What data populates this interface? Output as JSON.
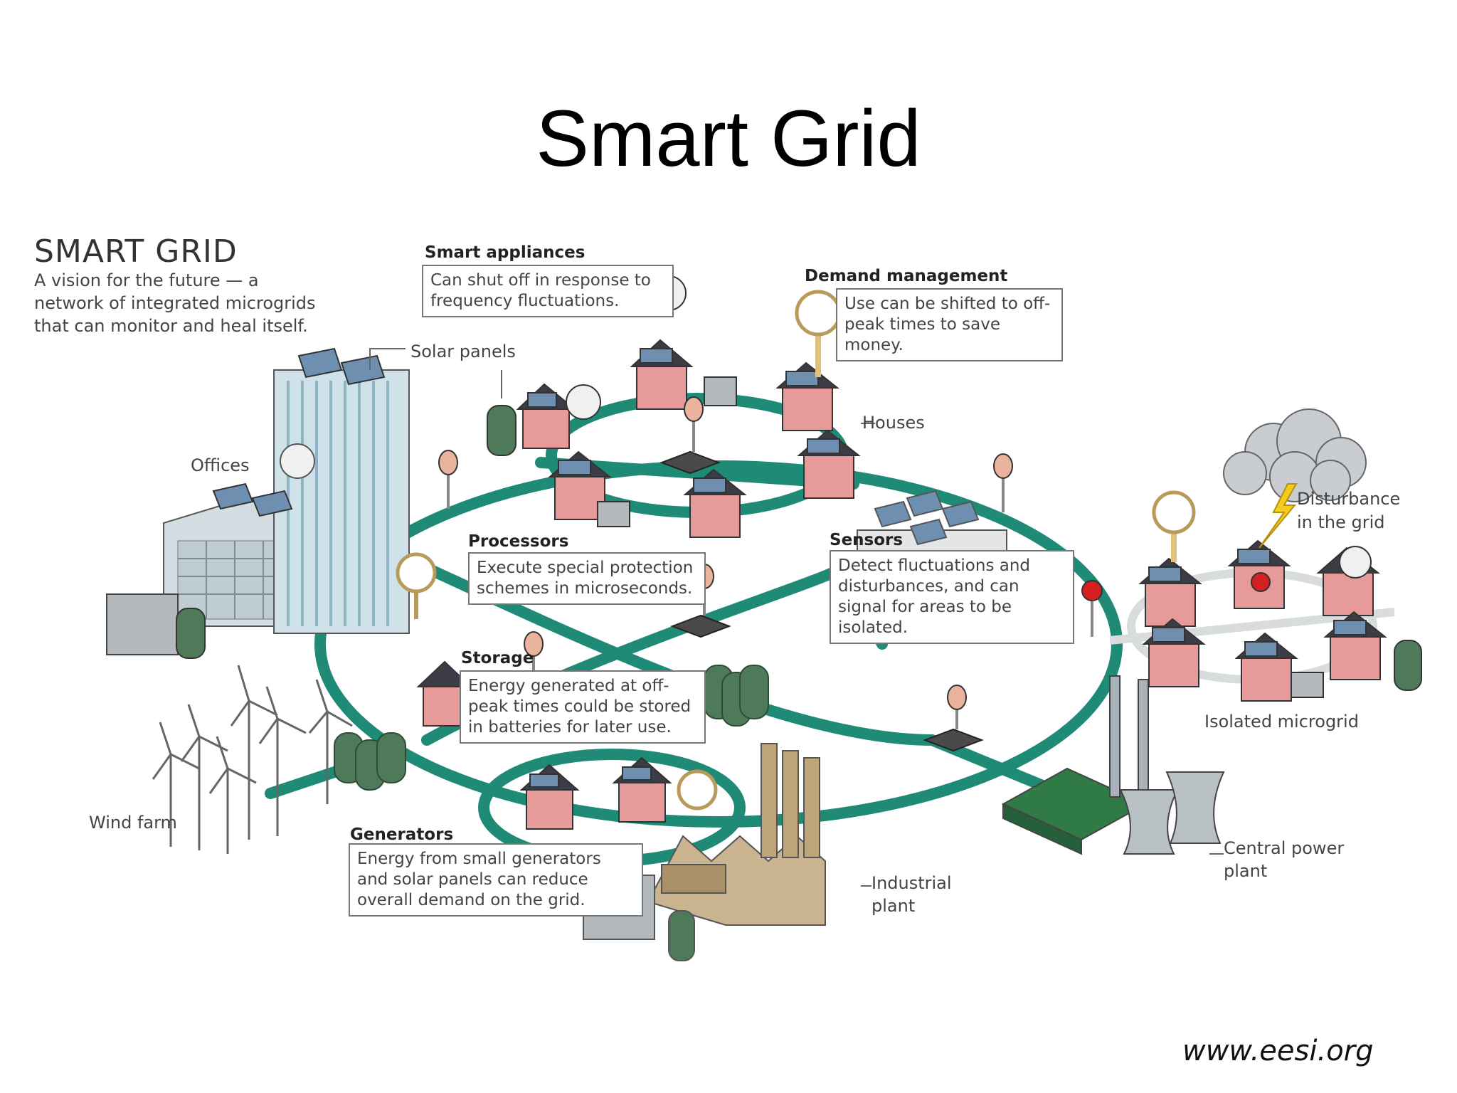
{
  "slide": {
    "title": "Smart Grid",
    "footer_url": "www.eesi.org"
  },
  "diagram": {
    "title": "SMART GRID",
    "subtitle": "A vision for the future — a network of integrated microgrids that can monitor and heal itself.",
    "callouts": {
      "smart_appliances": {
        "heading": "Smart appliances",
        "text": "Can shut off in response to frequency fluctuations."
      },
      "demand_management": {
        "heading": "Demand management",
        "text": "Use can be shifted to off-peak times to save money."
      },
      "processors": {
        "heading": "Processors",
        "text": "Execute special protection schemes in microseconds."
      },
      "sensors": {
        "heading": "Sensors",
        "text": "Detect fluctuations and disturbances, and can signal for areas to be isolated."
      },
      "storage": {
        "heading": "Storage",
        "text": "Energy generated at off-peak times could be stored in batteries for later use."
      },
      "generators": {
        "heading": "Generators",
        "text": "Energy from small generators and solar panels can reduce overall demand on the grid."
      }
    },
    "labels": {
      "solar_panels": "Solar panels",
      "offices": "Offices",
      "houses": "Houses",
      "disturbance": "Disturbance in the grid",
      "isolated_microgrid": "Isolated microgrid",
      "wind_farm": "Wind farm",
      "industrial_plant": "Industrial plant",
      "central_power_plant": "Central power plant"
    },
    "colors": {
      "grid_line": "#1f8a76",
      "house_wall": "#e79a9a",
      "roof": "#3c3c46",
      "panel": "#6f8fb0",
      "building": "#cfe2ea",
      "battery": "#4f7a5a",
      "factory": "#c9b48f",
      "tower": "#a9b2b8",
      "cloud": "#c9ccd0",
      "lightning": "#f2cc1f",
      "sensor_alert": "#d42020"
    }
  }
}
